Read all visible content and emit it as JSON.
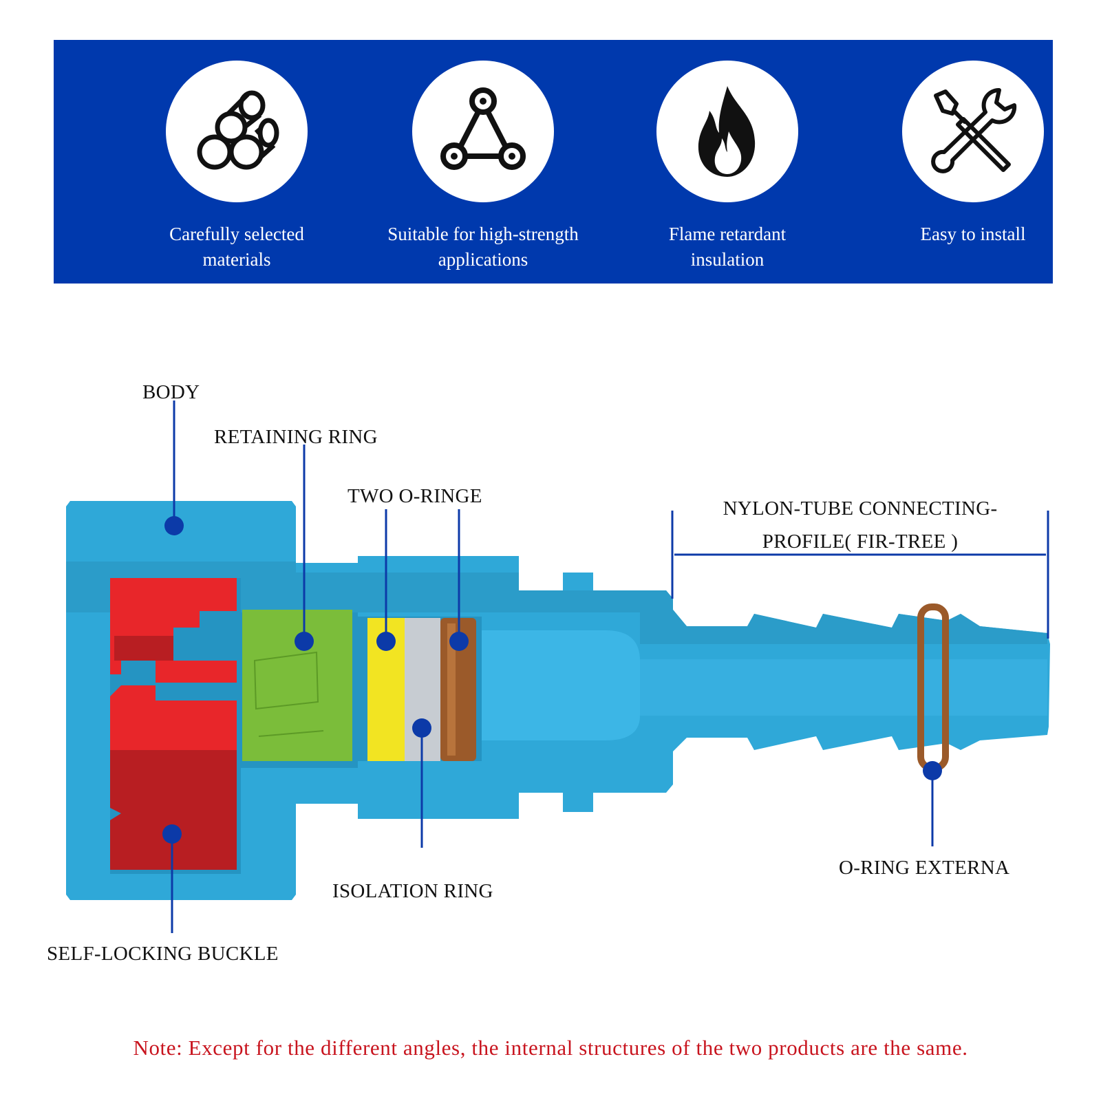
{
  "features": [
    {
      "icon": "cylinders-icon",
      "label": "Carefully selected\nmaterials"
    },
    {
      "icon": "triangle-network-icon",
      "label": "Suitable for high-strength\napplications"
    },
    {
      "icon": "flame-icon",
      "label": "Flame retardant\ninsulation"
    },
    {
      "icon": "wrench-screwdriver-icon",
      "label": "Easy to install"
    }
  ],
  "callouts": {
    "body": "BODY",
    "retaining_ring": "RETAINING RING",
    "two_o_ringe": "TWO O-RINGE",
    "nylon_tube": "NYLON-TUBE CONNECTING-\nPROFILE( FIR-TREE )",
    "self_locking_buckle": "SELF-LOCKING BUCKLE",
    "isolation_ring": "ISOLATION RING",
    "o_ring_externa": "O-RING EXTERNA"
  },
  "note": "Note: Except for the different angles, the internal structures of the two products are the same.",
  "colors": {
    "banner": "#0039ad",
    "body": "#2fa8d8",
    "buckle": "#e8262a",
    "retaining_ring": "#7bbd3a",
    "o_ring_yellow": "#f2e422",
    "isolation_ring": "#c7ccd2",
    "o_ring_brown": "#9b5a2a",
    "leader": "#0c3aa8",
    "note": "#c8141e"
  }
}
